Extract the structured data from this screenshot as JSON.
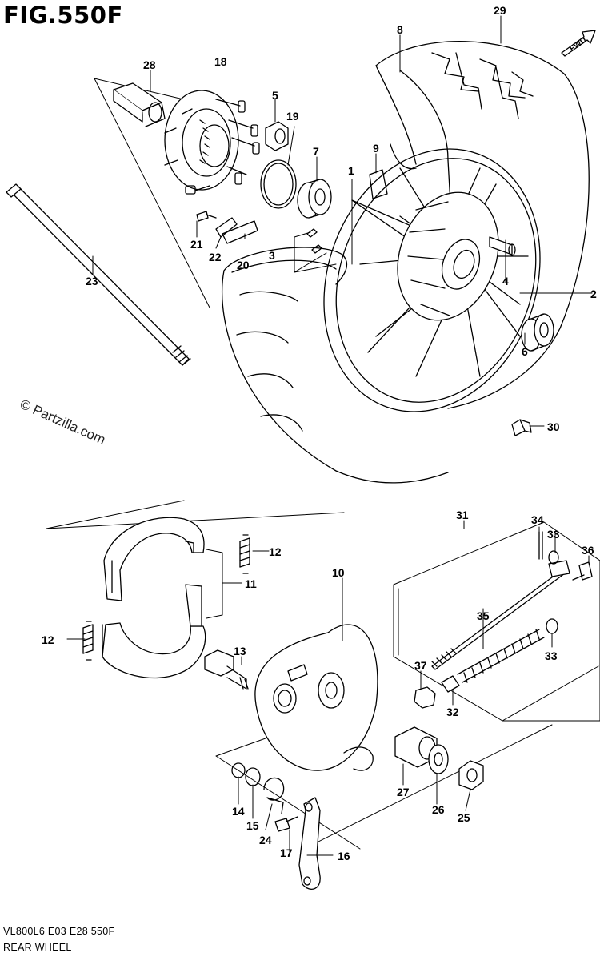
{
  "figure": {
    "title": "FIG.550F",
    "watermark": "© Partzilla.com",
    "footer_code": "VL800L6  E03  E28  550F",
    "footer_name": "REAR WHEEL",
    "fwd_label": "FWD"
  },
  "callouts": [
    "1",
    "2",
    "3",
    "4",
    "5",
    "6",
    "7",
    "8",
    "9",
    "10",
    "11",
    "12",
    "12",
    "13",
    "14",
    "15",
    "16",
    "17",
    "18",
    "19",
    "20",
    "21",
    "22",
    "23",
    "24",
    "25",
    "26",
    "27",
    "28",
    "29",
    "30",
    "31",
    "32",
    "33",
    "33",
    "34",
    "35",
    "36",
    "37"
  ],
  "colors": {
    "ink": "#000000",
    "paper": "#ffffff"
  }
}
